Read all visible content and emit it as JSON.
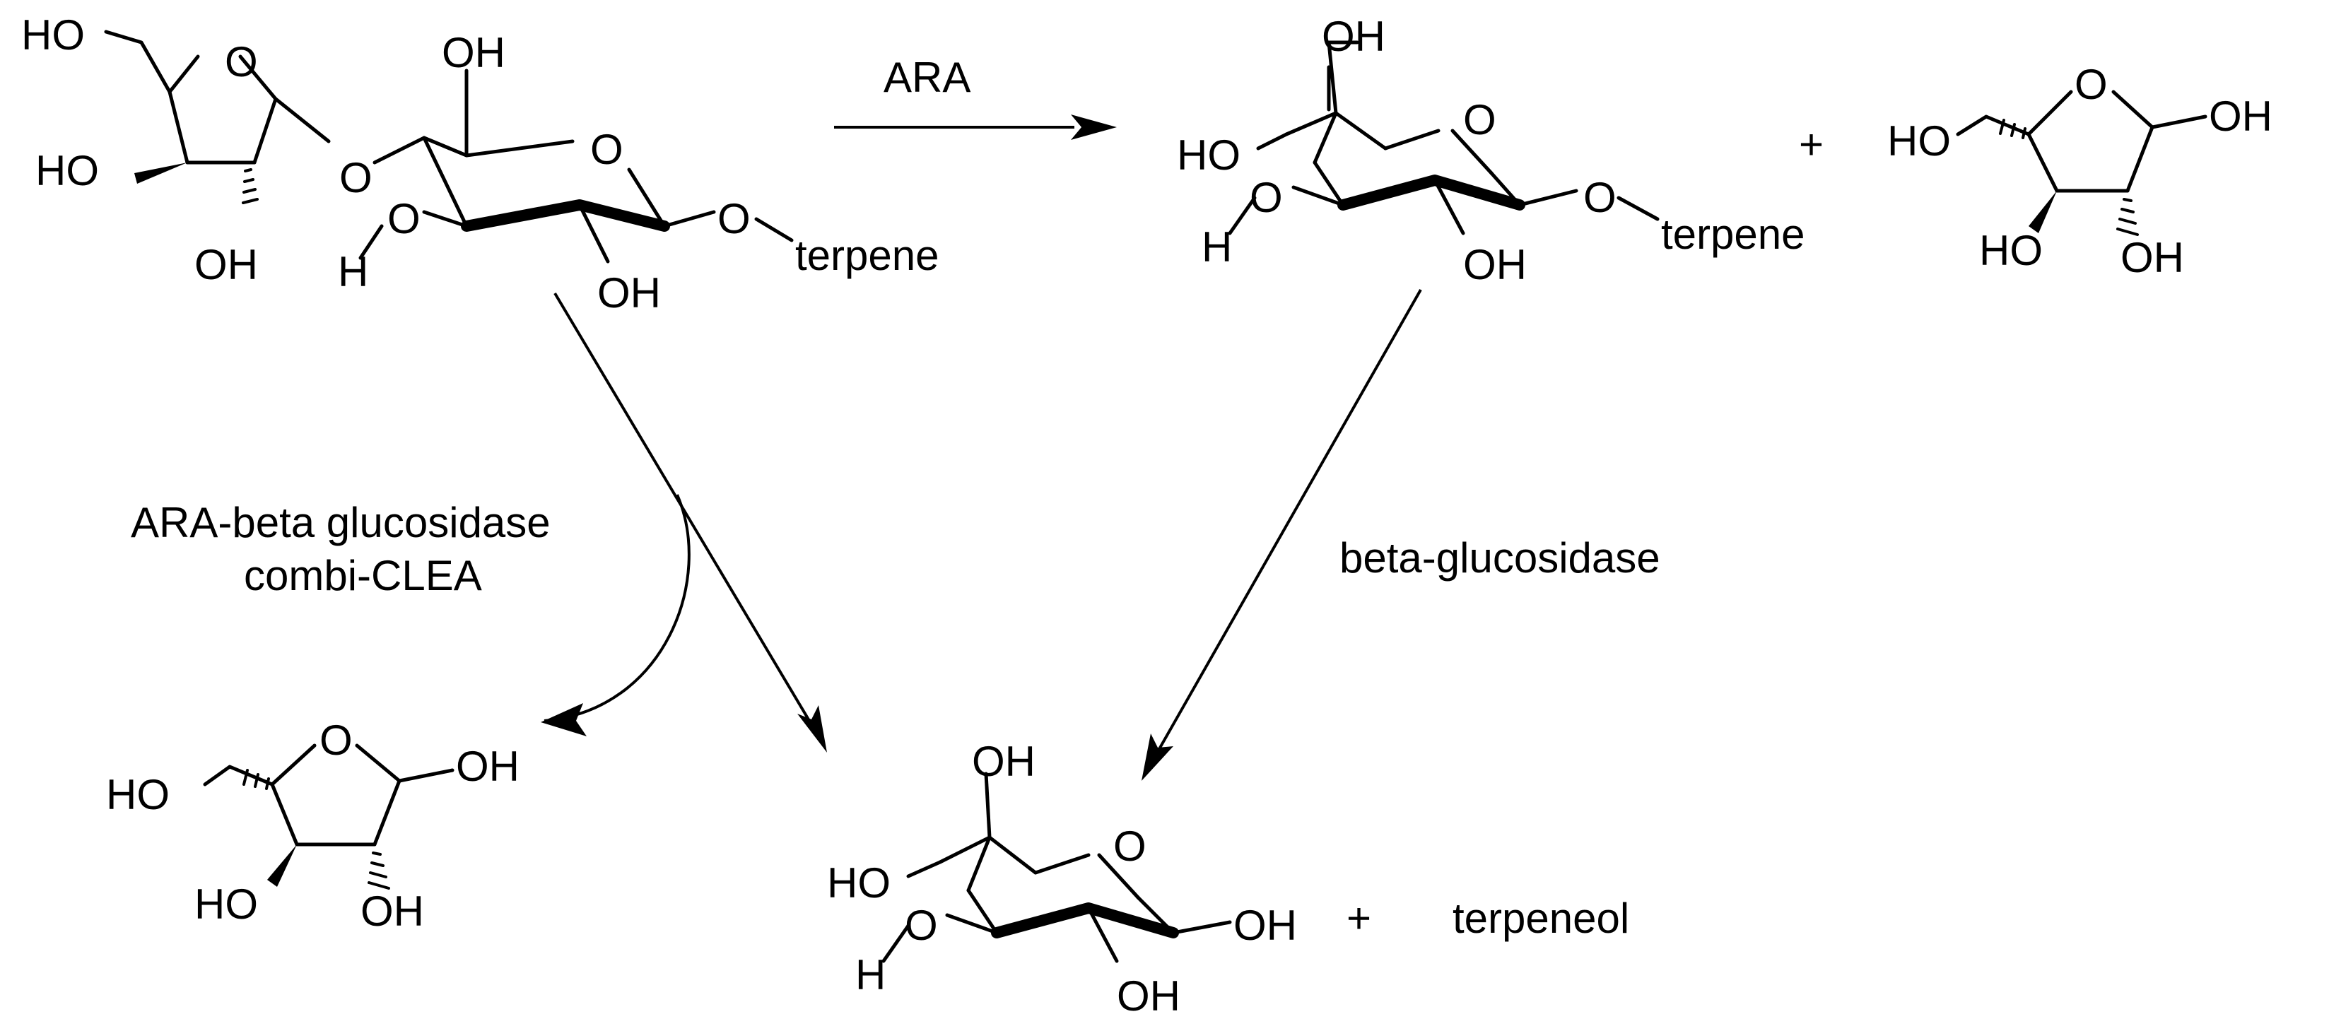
{
  "labels": {
    "oh": "OH",
    "ho": "HO",
    "o": "O",
    "h": "H",
    "terpene": "terpene",
    "terpeneol": "terpeneol",
    "plus": "+"
  },
  "reagents": {
    "ara": "ARA",
    "beta_glucosidase": "beta-glucosidase",
    "combi_line1": "ARA-beta glucosidase",
    "combi_line2": "combi-CLEA"
  },
  "colors": {
    "ink": "#000000",
    "background": "#ffffff"
  }
}
